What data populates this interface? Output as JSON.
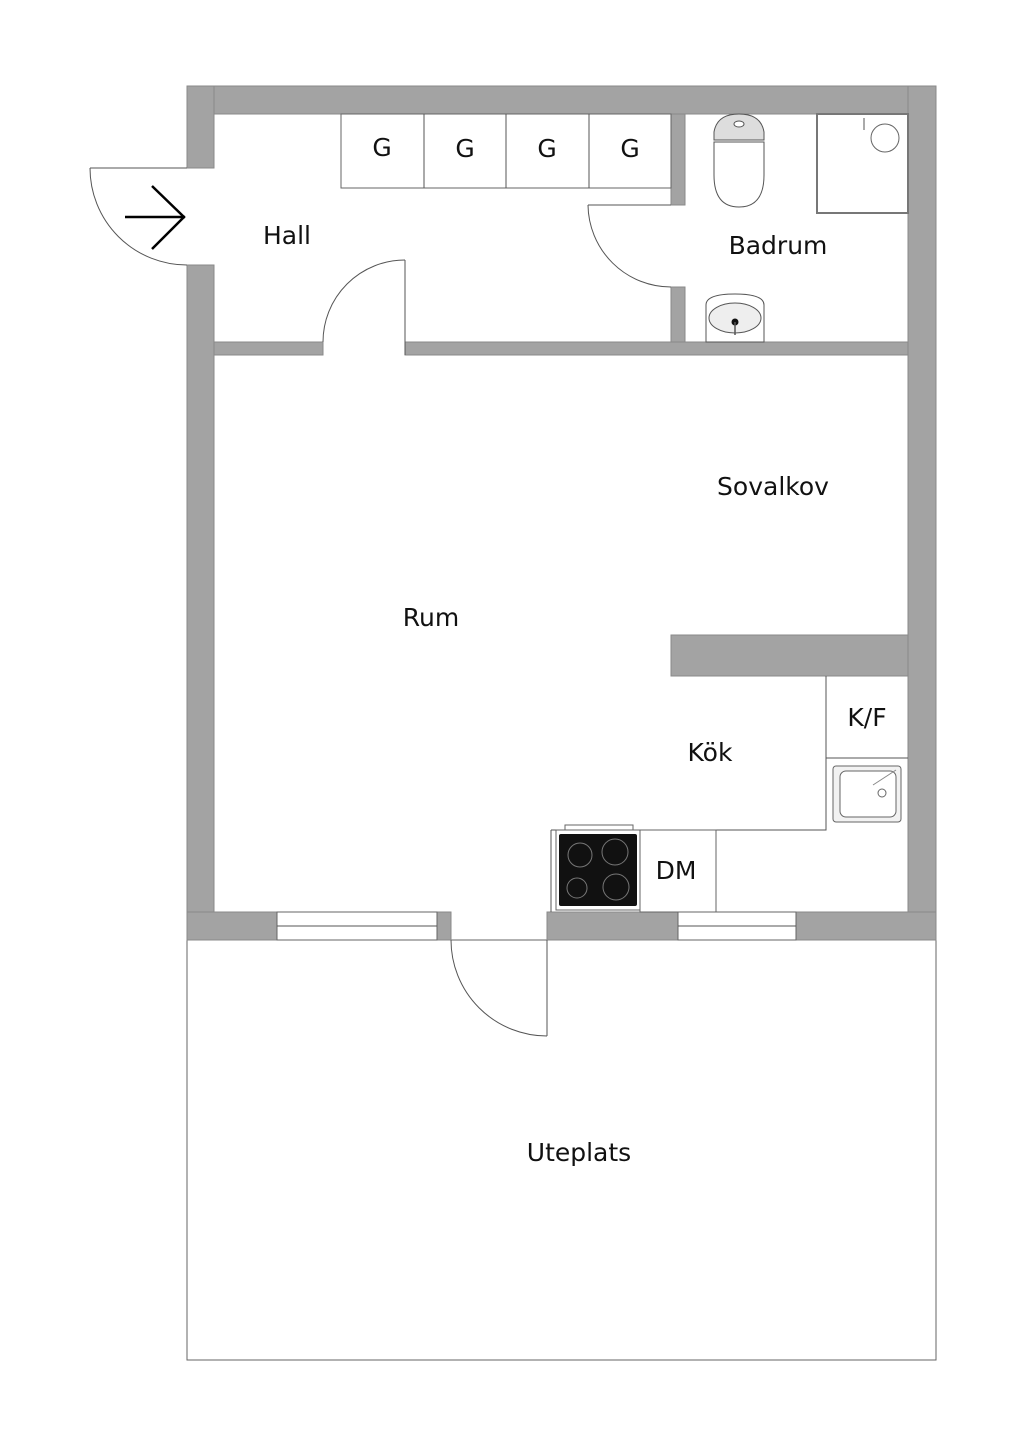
{
  "floorplan": {
    "rooms": {
      "hall": "Hall",
      "badrum": "Badrum",
      "sovalkov": "Sovalkov",
      "rum": "Rum",
      "kok": "Kök",
      "uteplats": "Uteplats"
    },
    "closets": [
      "G",
      "G",
      "G",
      "G"
    ],
    "appliances": {
      "fridge_freezer": "K/F",
      "dishwasher": "DM"
    },
    "colors": {
      "wall": "#a3a3a3",
      "background": "#ffffff",
      "hob": "#111111"
    }
  }
}
